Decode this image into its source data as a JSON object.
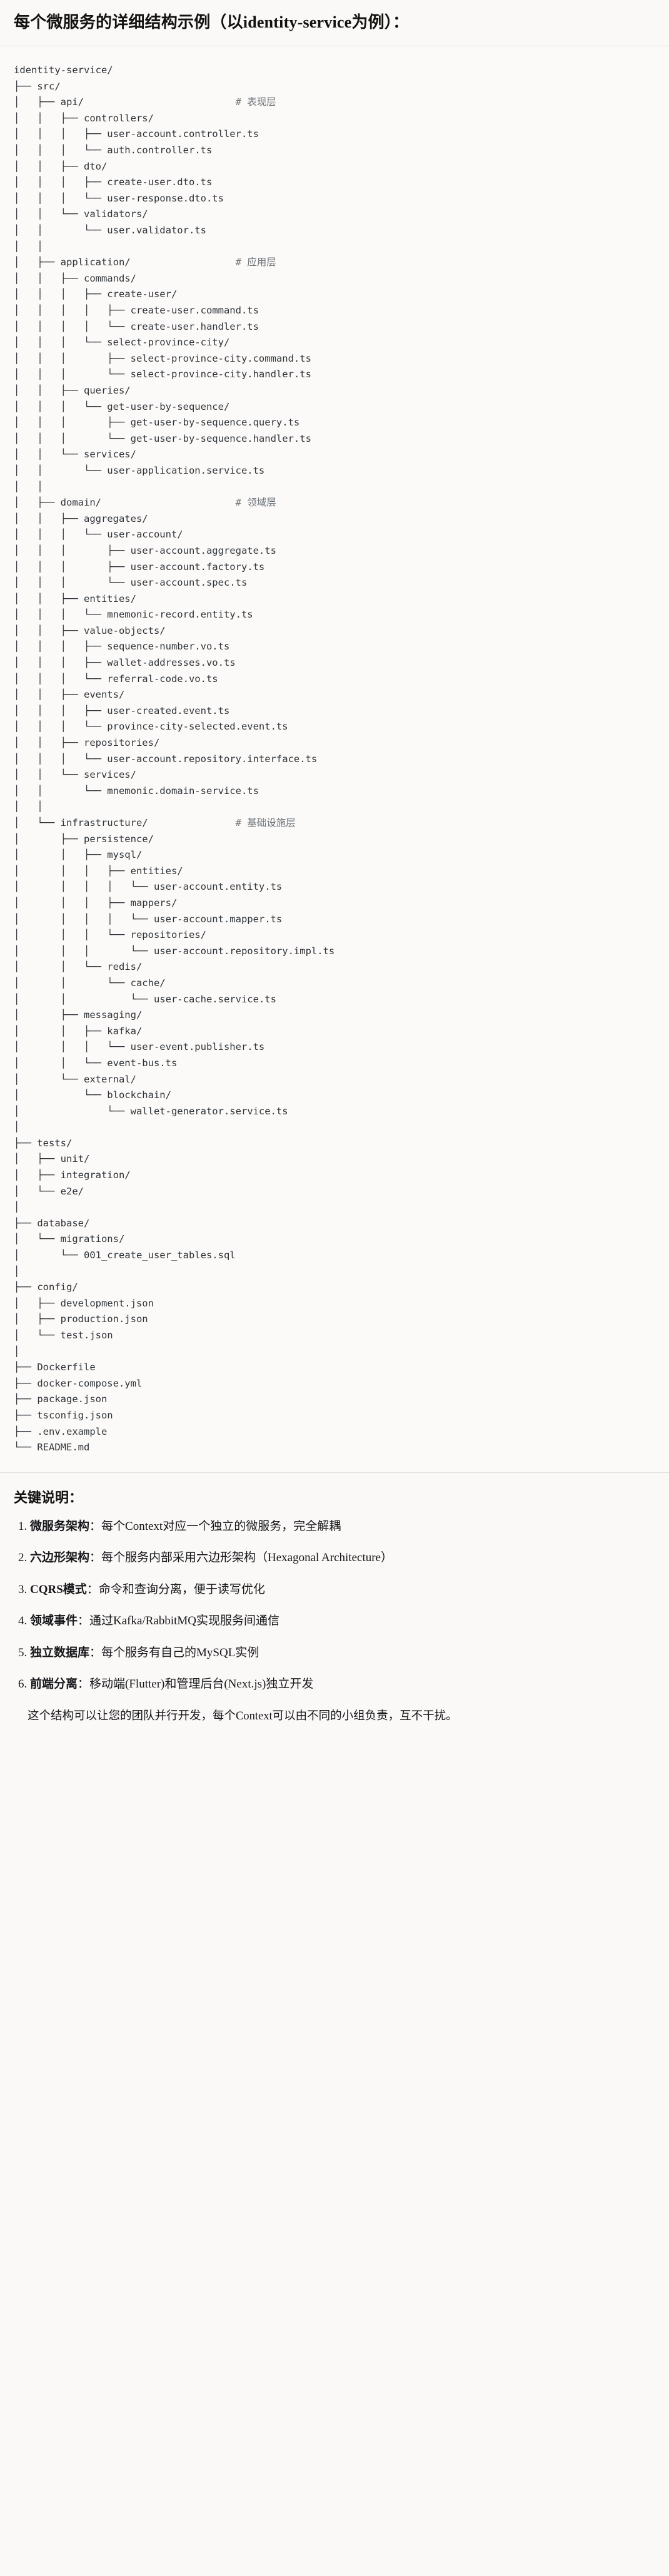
{
  "document": {
    "title": "每个微服务的详细结构示例（以identity-service为例）："
  },
  "tree": {
    "root": "identity-service/",
    "comments": {
      "presentation": "# 表现层",
      "application": "# 应用层",
      "domain": "# 领域层",
      "infrastructure": "# 基础设施层"
    },
    "text": "identity-service/\n├── src/\n│   ├── api/                          # 表现层\n│   │   ├── controllers/\n│   │   │   ├── user-account.controller.ts\n│   │   │   └── auth.controller.ts\n│   │   ├── dto/\n│   │   │   ├── create-user.dto.ts\n│   │   │   └── user-response.dto.ts\n│   │   └── validators/\n│   │       └── user.validator.ts\n│   │\n│   ├── application/                  # 应用层\n│   │   ├── commands/\n│   │   │   ├── create-user/\n│   │   │   │   ├── create-user.command.ts\n│   │   │   │   └── create-user.handler.ts\n│   │   │   └── select-province-city/\n│   │   │       ├── select-province-city.command.ts\n│   │   │       └── select-province-city.handler.ts\n│   │   ├── queries/\n│   │   │   └── get-user-by-sequence/\n│   │   │       ├── get-user-by-sequence.query.ts\n│   │   │       └── get-user-by-sequence.handler.ts\n│   │   └── services/\n│   │       └── user-application.service.ts\n│   │\n│   ├── domain/                       # 领域层\n│   │   ├── aggregates/\n│   │   │   └── user-account/\n│   │   │       ├── user-account.aggregate.ts\n│   │   │       ├── user-account.factory.ts\n│   │   │       └── user-account.spec.ts\n│   │   ├── entities/\n│   │   │   └── mnemonic-record.entity.ts\n│   │   ├── value-objects/\n│   │   │   ├── sequence-number.vo.ts\n│   │   │   ├── wallet-addresses.vo.ts\n│   │   │   └── referral-code.vo.ts\n│   │   ├── events/\n│   │   │   ├── user-created.event.ts\n│   │   │   └── province-city-selected.event.ts\n│   │   ├── repositories/\n│   │   │   └── user-account.repository.interface.ts\n│   │   └── services/\n│   │       └── mnemonic.domain-service.ts\n│   │\n│   └── infrastructure/               # 基础设施层\n│       ├── persistence/\n│       │   ├── mysql/\n│       │   │   ├── entities/\n│       │   │   │   └── user-account.entity.ts\n│       │   │   ├── mappers/\n│       │   │   │   └── user-account.mapper.ts\n│       │   │   └── repositories/\n│       │   │       └── user-account.repository.impl.ts\n│       │   └── redis/\n│       │       └── cache/\n│       │           └── user-cache.service.ts\n│       ├── messaging/\n│       │   ├── kafka/\n│       │   │   └── user-event.publisher.ts\n│       │   └── event-bus.ts\n│       └── external/\n│           └── blockchain/\n│               └── wallet-generator.service.ts\n│\n├── tests/\n│   ├── unit/\n│   ├── integration/\n│   └── e2e/\n│\n├── database/\n│   └── migrations/\n│       └── 001_create_user_tables.sql\n│\n├── config/\n│   ├── development.json\n│   ├── production.json\n│   └── test.json\n│\n├── Dockerfile\n├── docker-compose.yml\n├── package.json\n├── tsconfig.json\n├── .env.example\n└── README.md"
  },
  "notes": {
    "heading": "关键说明：",
    "items": [
      {
        "term": "微服务架构",
        "sep": "：",
        "body": "每个Context对应一个独立的微服务，完全解耦"
      },
      {
        "term": "六边形架构",
        "sep": "：",
        "body": "每个服务内部采用六边形架构（Hexagonal Architecture）"
      },
      {
        "term": "CQRS模式",
        "sep": "：",
        "body": "命令和查询分离，便于读写优化"
      },
      {
        "term": "领域事件",
        "sep": "：",
        "body": "通过Kafka/RabbitMQ实现服务间通信"
      },
      {
        "term": "独立数据库",
        "sep": "：",
        "body": "每个服务有自己的MySQL实例"
      },
      {
        "term": "前端分离",
        "sep": "：",
        "body": "移动端(Flutter)和管理后台(Next.js)独立开发"
      }
    ],
    "closing": "这个结构可以让您的团队并行开发，每个Context可以由不同的小组负责，互不干扰。"
  },
  "colors": {
    "page_background": "#faf9f7",
    "code_background": "#fbfaf9",
    "text": "#17161a",
    "code_text": "#2f3338",
    "comment_text": "#6b7076",
    "rule": "#e2e0db"
  }
}
